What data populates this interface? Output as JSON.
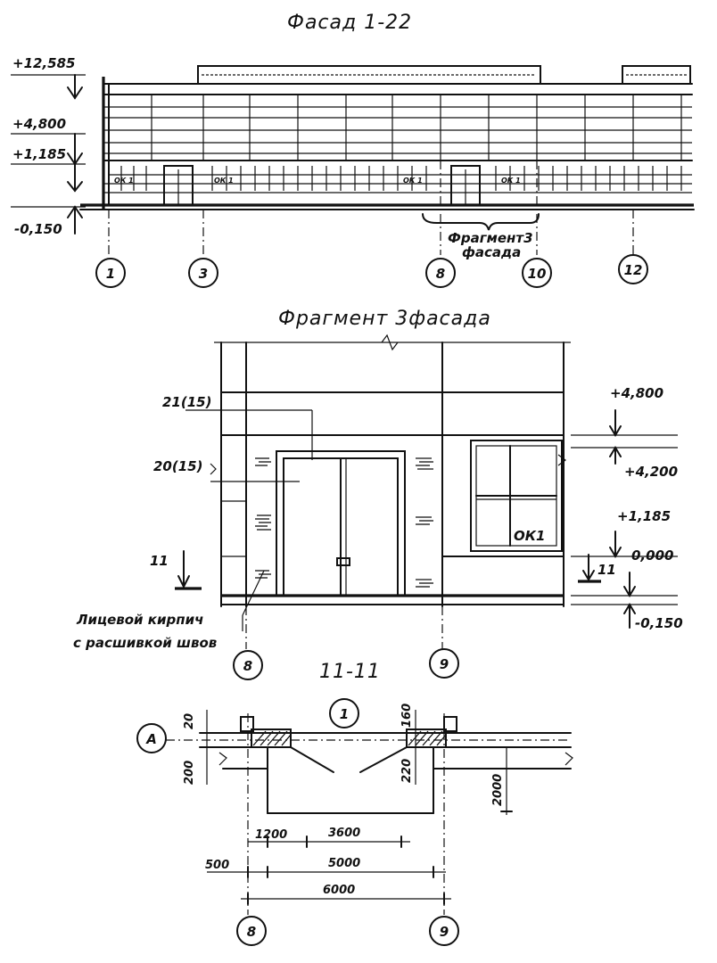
{
  "facade": {
    "title": "Фасад 1-22",
    "levels": [
      "+12,585",
      "+4,800",
      "+1,185",
      "-0,150"
    ],
    "axes": [
      "1",
      "3",
      "8",
      "10",
      "12"
    ],
    "window_marks": [
      "ОК 1",
      "ОК 1",
      "ОК 1",
      "ОК 1"
    ],
    "fragment_label_line1": "Фрагмент3",
    "fragment_label_line2": "фасада"
  },
  "fragment": {
    "title": "Фрагмент 3фасада",
    "callouts": [
      "21(15)",
      "20(15)"
    ],
    "section_mark": "11",
    "section_mark_right": "11",
    "levels": [
      "+4,800",
      "+4,200",
      "+1,185",
      "0,000",
      "-0,150"
    ],
    "window_mark": "ОК1",
    "note_line1": "Лицевой кирпич",
    "note_line2": "с расшивкой швов",
    "axes": [
      "8",
      "9"
    ]
  },
  "section": {
    "title": "11-11",
    "axis_row": "А",
    "circle_mark": "1",
    "dims": {
      "d20": "20",
      "d200": "200",
      "d160": "160",
      "d220": "220",
      "d2000": "2000",
      "d1200": "1200",
      "d3600": "3600",
      "d500": "500",
      "d5000": "5000",
      "d6000": "6000"
    },
    "axes": [
      "8",
      "9"
    ]
  }
}
